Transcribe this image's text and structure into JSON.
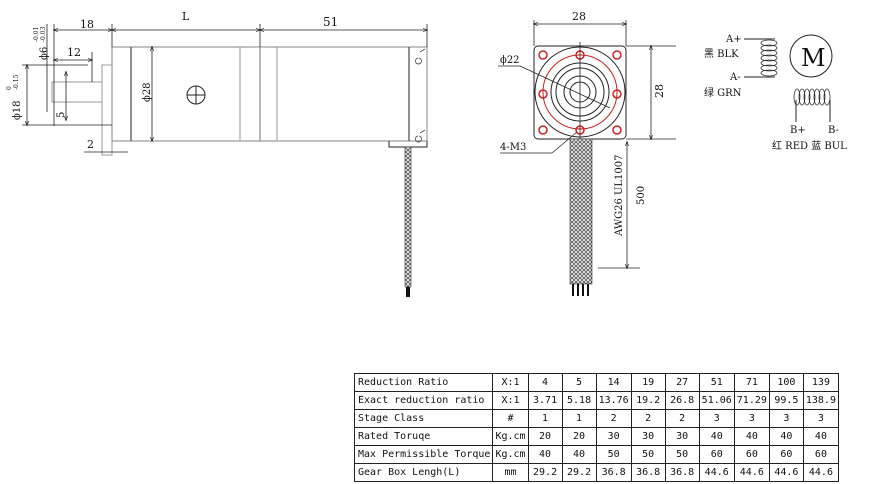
{
  "side_view": {
    "dim_shaft_length": "18",
    "dim_gearbox_length": "L",
    "dim_motor_length": "51",
    "dim_flat_length": "12",
    "dim_shaft_dia": "ϕ6",
    "dim_shaft_dia_tol_upper": "-0.01",
    "dim_shaft_dia_tol_lower": "-0.03",
    "dim_boss_dia": "ϕ18",
    "dim_boss_tol_upper": "0",
    "dim_boss_tol_lower": "-0.15",
    "dim_flat_depth": "5",
    "dim_boss_height": "2",
    "dim_body_dia": "ϕ28"
  },
  "front_view": {
    "dim_width": "28",
    "dim_height": "28",
    "dim_pcd": "ϕ22",
    "dim_holes": "4-M3",
    "cable_spec": "AWG26 UL1007",
    "cable_length": "500"
  },
  "wiring": {
    "a_plus": "A+",
    "a_plus_color": "黑 BLK",
    "a_minus": "A-",
    "a_minus_color": "绿 GRN",
    "b_plus": "B+",
    "b_minus": "B-",
    "b_colors": "红 RED 蓝 BUL",
    "motor_symbol": "M"
  },
  "table": {
    "rows": [
      {
        "label": "Reduction Ratio",
        "unit": "X:1",
        "values": [
          "4",
          "5",
          "14",
          "19",
          "27",
          "51",
          "71",
          "100",
          "139"
        ]
      },
      {
        "label": "Exact reduction ratio",
        "unit": "X:1",
        "values": [
          "3.71",
          "5.18",
          "13.76",
          "19.2",
          "26.8",
          "51.06",
          "71.29",
          "99.5",
          "138.9"
        ]
      },
      {
        "label": "Stage Class",
        "unit": "#",
        "values": [
          "1",
          "1",
          "2",
          "2",
          "2",
          "3",
          "3",
          "3",
          "3"
        ]
      },
      {
        "label": "Rated Toruqe",
        "unit": "Kg.cm",
        "values": [
          "20",
          "20",
          "30",
          "30",
          "30",
          "40",
          "40",
          "40",
          "40"
        ]
      },
      {
        "label": "Max Permissible Torque",
        "unit": "Kg.cm",
        "values": [
          "40",
          "40",
          "50",
          "50",
          "50",
          "60",
          "60",
          "60",
          "60"
        ]
      },
      {
        "label": "Gear Box Lengh(L)",
        "unit": "mm",
        "values": [
          "29.2",
          "29.2",
          "36.8",
          "36.8",
          "36.8",
          "44.6",
          "44.6",
          "44.6",
          "44.6"
        ]
      }
    ]
  },
  "colors": {
    "line": "#222222",
    "body_line": "#999999",
    "hole_red": "#cc2222"
  }
}
